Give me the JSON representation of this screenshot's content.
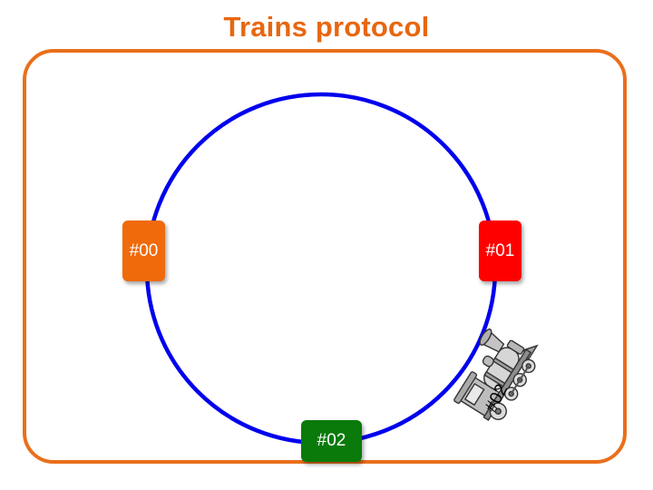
{
  "title": "Trains protocol",
  "ring": {
    "color": "#0000ee"
  },
  "frame": {
    "color": "#ea6f1c"
  },
  "nodes": [
    {
      "id": "00",
      "label": "#00",
      "color": "#f06a0b"
    },
    {
      "id": "01",
      "label": "#01",
      "color": "#ff0000"
    },
    {
      "id": "02",
      "label": "#02",
      "color": "#0a7a0a"
    }
  ],
  "train": {
    "label": "#02",
    "icon": "locomotive-icon"
  }
}
